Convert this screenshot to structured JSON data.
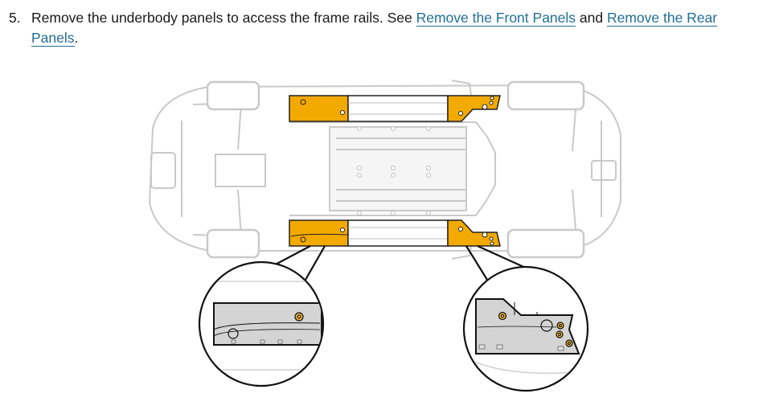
{
  "step": {
    "number": "5.",
    "text_before": "Remove the underbody panels to access the frame rails. See ",
    "link_front": "Remove the Front Panels",
    "text_middle": " and ",
    "link_rear": "Remove the Rear Panels",
    "text_after": "."
  },
  "figure": {
    "highlight_color": "#f2a900",
    "outline_color": "#c9c9c9",
    "detail_panel_color": "#d4d4d4"
  }
}
